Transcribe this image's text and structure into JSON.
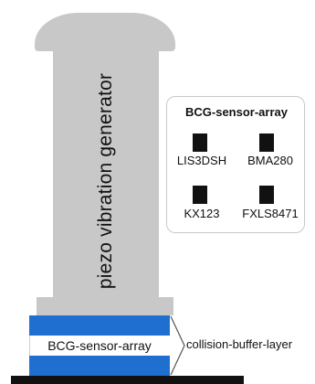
{
  "generator": {
    "label": "piezo vibration generator"
  },
  "stack": {
    "sensor_layer_label": "BCG-sensor-array",
    "buffer_label": "collision-buffer-layer"
  },
  "panel": {
    "title": "BCG-sensor-array",
    "sensors": [
      {
        "name": "LIS3DSH"
      },
      {
        "name": "BMA280"
      },
      {
        "name": "KX123"
      },
      {
        "name": "FXLS8471"
      }
    ]
  },
  "colors": {
    "generator_gray": "#c8c8c8",
    "layer_blue": "#1f6fd1",
    "ground": "#111111"
  }
}
